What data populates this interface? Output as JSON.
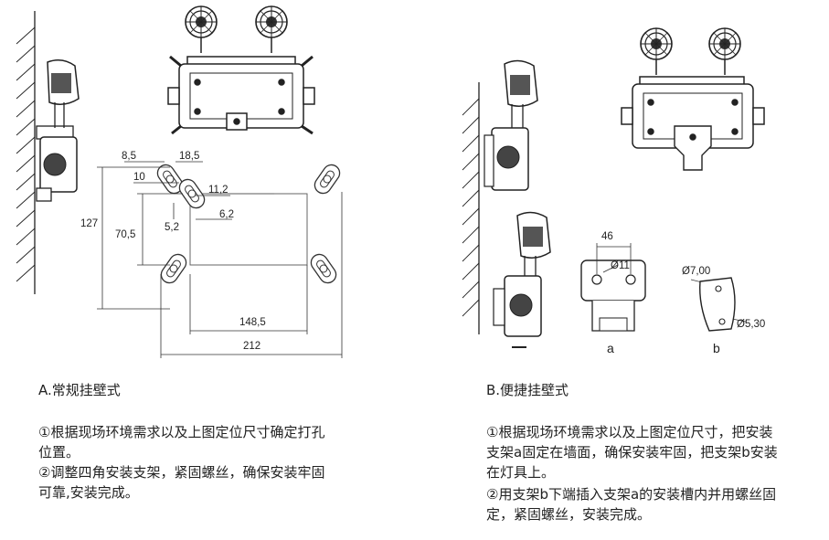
{
  "section_a": {
    "title": "A.常规挂壁式",
    "step1": "①根据现场环境需求以及上图定位尺寸确定打孔\n位置。",
    "step2": "②调整四角安装支架，紧固螺丝，确保安装牢固\n可靠,安装完成。",
    "dims": {
      "d8_5": "8,5",
      "d18_5": "18,5",
      "d10": "10",
      "d11_2": "11,2",
      "d5_2": "5,2",
      "d6_2": "6,2",
      "d127": "127",
      "d70_5": "70,5",
      "d148_5": "148,5",
      "d212": "212"
    }
  },
  "section_b": {
    "title": "B.便捷挂壁式",
    "step1": "①根据现场环境需求以及上图定位尺寸，把安装\n支架a固定在墙面，确保安装牢固，把支架b安装\n在灯具上。",
    "step2": "②用支架b下端插入支架a的安装槽内并用螺丝固\n定，紧固螺丝，安装完成。",
    "dims": {
      "d46": "46",
      "phi11": "Ø11",
      "phi7": "Ø7,00",
      "phi5_3": "Ø5,30"
    },
    "label_a": "a",
    "label_b": "b"
  }
}
